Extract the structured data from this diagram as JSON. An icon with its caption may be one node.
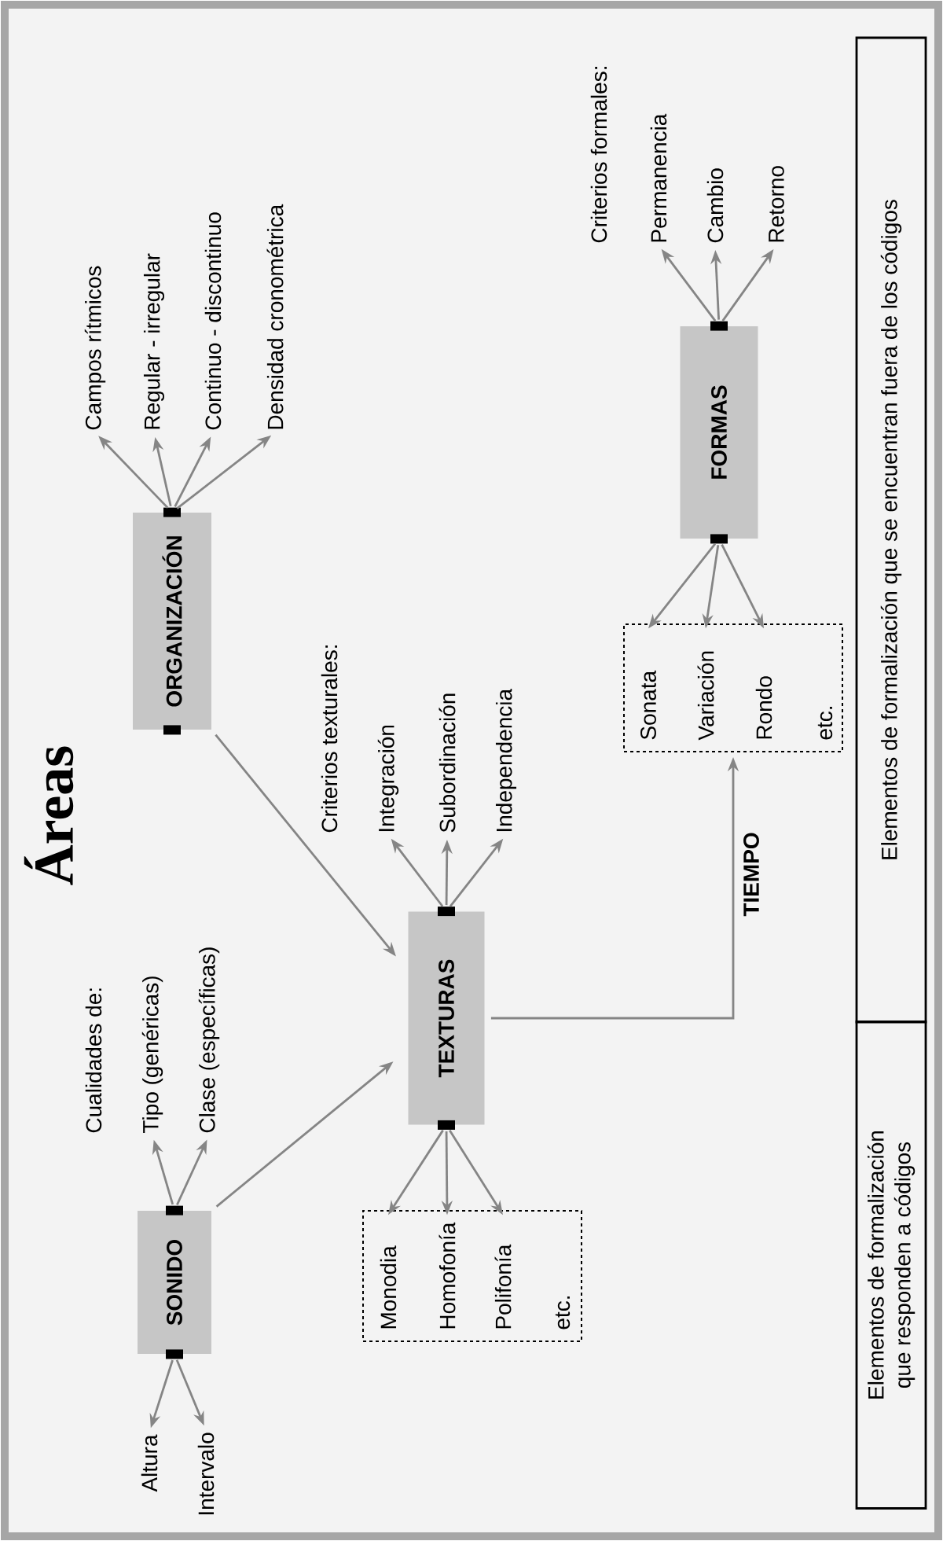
{
  "diagram": {
    "title": "Áreas",
    "nodes": [
      {
        "text": [
          "SONIDO"
        ]
      },
      {
        "text": [
          "ORGANIZACIÓN"
        ]
      },
      {
        "text": [
          "TEXTURAS"
        ]
      },
      {
        "text": [
          "FORMAS"
        ]
      },
      {
        "text": [
          "Altura"
        ]
      },
      {
        "text": [
          "Intervalo"
        ]
      },
      {
        "text": [
          "Tipo (genéricas)"
        ]
      },
      {
        "text": [
          "Clase (específicas)"
        ]
      },
      {
        "text": [
          "Campos rítmicos"
        ]
      },
      {
        "text": [
          "Regular - irregular"
        ]
      },
      {
        "text": [
          "Continuo - discontinuo"
        ]
      },
      {
        "text": [
          "Densidad cronométrica"
        ]
      },
      {
        "text": [
          "Integración"
        ]
      },
      {
        "text": [
          "Subordinación"
        ]
      },
      {
        "text": [
          "Independencia"
        ]
      },
      {
        "text": [
          "Permanencia"
        ]
      },
      {
        "text": [
          "Cambio"
        ]
      },
      {
        "text": [
          "Retorno"
        ]
      },
      {
        "text": [],
        "shape": "box"
      },
      {
        "text": [
          "Monodia"
        ],
        "in": 18
      },
      {
        "text": [
          "Homofonía"
        ],
        "in": 18
      },
      {
        "text": [
          "Polifonía"
        ],
        "in": 18
      },
      {
        "text": [
          "etc."
        ],
        "in": 18
      },
      {
        "text": [],
        "shape": "box"
      },
      {
        "text": [
          "Sonata"
        ],
        "in": 23
      },
      {
        "text": [
          "Variación"
        ],
        "in": 23
      },
      {
        "text": [
          "Rondo"
        ],
        "in": 23
      },
      {
        "text": [
          "etc."
        ],
        "in": 23
      },
      {
        "text": [
          "Elementos de formalización que se encuentran fuera de los códigos"
        ]
      },
      {
        "text": [
          "Elementos de formalización que responden a códigos"
        ]
      }
    ],
    "edges": [
      {
        "from": 0,
        "to": 6,
        "arrow": "to"
      },
      {
        "from": 0,
        "to": 7,
        "arrow": "to"
      },
      {
        "from": 0,
        "to": 4,
        "arrow": "to"
      },
      {
        "from": 0,
        "to": 5,
        "arrow": "to"
      },
      {
        "from": 0,
        "to": 2,
        "arrow": "to"
      },
      {
        "from": 1,
        "to": 8,
        "arrow": "to"
      },
      {
        "from": 1,
        "to": 9,
        "arrow": "to"
      },
      {
        "from": 1,
        "to": 10,
        "arrow": "to"
      },
      {
        "from": 1,
        "to": 11,
        "arrow": "to"
      },
      {
        "from": 1,
        "to": 2,
        "arrow": "to"
      },
      {
        "from": 2,
        "to": 12,
        "arrow": "to"
      },
      {
        "from": 2,
        "to": 13,
        "arrow": "to"
      },
      {
        "from": 2,
        "to": 14,
        "arrow": "to"
      },
      {
        "from": 2,
        "to": 19,
        "arrow": "to"
      },
      {
        "from": 2,
        "to": 20,
        "arrow": "to"
      },
      {
        "from": 2,
        "to": 21,
        "arrow": "to"
      },
      {
        "from": 2,
        "to": 23,
        "arrow": "to",
        "label": "TIEMPO"
      },
      {
        "from": 3,
        "to": 15,
        "arrow": "to"
      },
      {
        "from": 3,
        "to": 16,
        "arrow": "to"
      },
      {
        "from": 3,
        "to": 17,
        "arrow": "to"
      },
      {
        "from": 3,
        "to": 24,
        "arrow": "to"
      },
      {
        "from": 3,
        "to": 25,
        "arrow": "to"
      },
      {
        "from": 3,
        "to": 26,
        "arrow": "to"
      }
    ],
    "labels": [
      "Cualidades de:",
      "Criterios texturales:",
      "Criterios formales:"
    ]
  }
}
